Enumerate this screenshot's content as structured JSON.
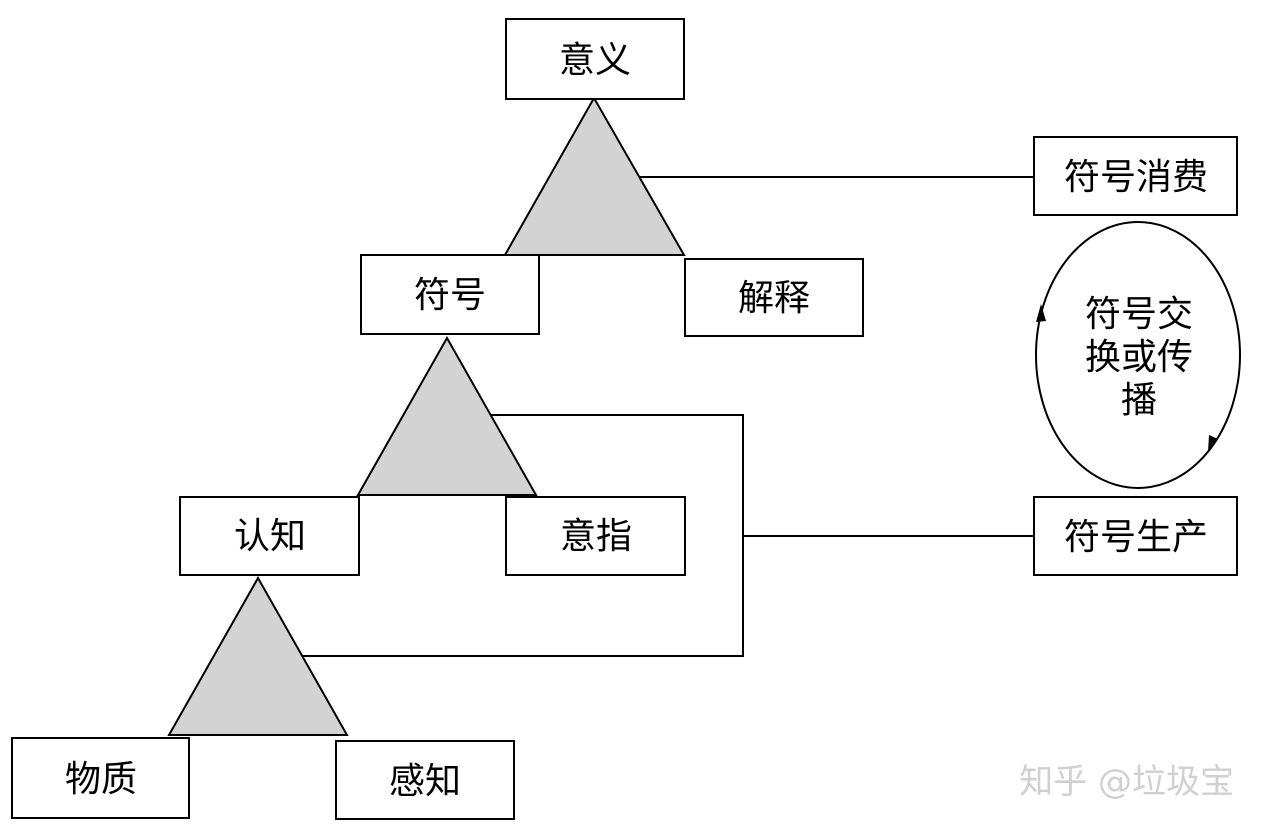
{
  "nodes": {
    "meaning": "意义",
    "sign": "符号",
    "interpretation": "解释",
    "cognition": "认知",
    "signification": "意指",
    "matter": "物质",
    "perception": "感知",
    "sign_consumption": "符号消费",
    "sign_production": "符号生产"
  },
  "cycle": {
    "line1": "符号交",
    "line2": "换或传",
    "line3": "播"
  },
  "watermark": "知乎 @垃圾宝",
  "colors": {
    "triangle_fill": "#d3d3d3",
    "stroke": "#000000",
    "watermark": "#d0d0d0"
  }
}
